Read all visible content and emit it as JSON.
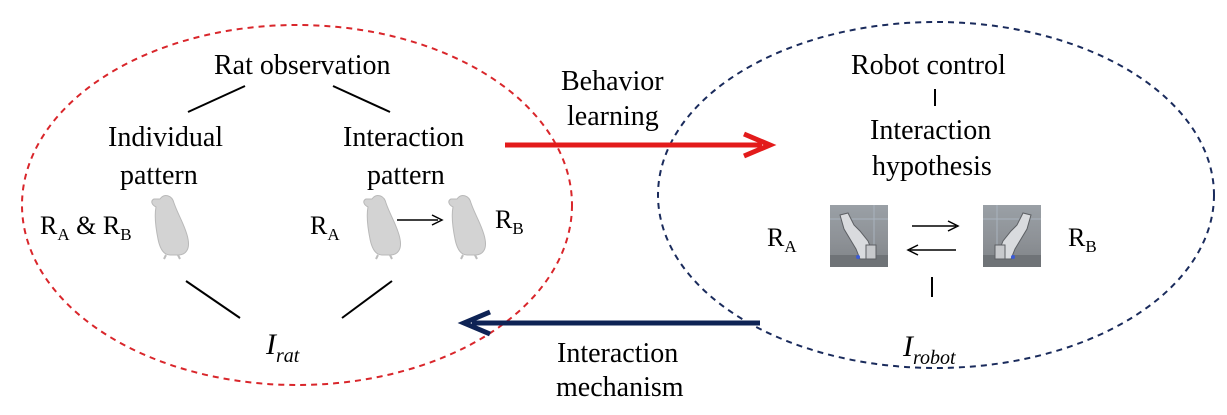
{
  "left_cluster": {
    "title": "Rat observation",
    "individual_label_1": "Individual",
    "individual_label_2": "pattern",
    "interaction_label_1": "Interaction",
    "interaction_label_2": "pattern",
    "subjects_both_a": "R",
    "subjects_both_a_sub": "A",
    "subjects_both_amp": " & R",
    "subjects_both_b_sub": "B",
    "ra": "R",
    "ra_sub": "A",
    "rb": "R",
    "rb_sub": "B",
    "metric": "I",
    "metric_sub": "rat",
    "ellipse_color": "#d9262b"
  },
  "right_cluster": {
    "title": "Robot control",
    "hypothesis_label_1": "Interaction",
    "hypothesis_label_2": "hypothesis",
    "ra": "R",
    "ra_sub": "A",
    "rb": "R",
    "rb_sub": "B",
    "metric": "I",
    "metric_sub": "robot",
    "ellipse_color": "#1a2b5c"
  },
  "top_arrow": {
    "label_1": "Behavior",
    "label_2": "learning",
    "color": "#e31b1b"
  },
  "bottom_arrow": {
    "label_1": "Interaction",
    "label_2": "mechanism",
    "color": "#0e2355"
  },
  "icons": [
    "rat-icon",
    "robot-arm-photo"
  ]
}
